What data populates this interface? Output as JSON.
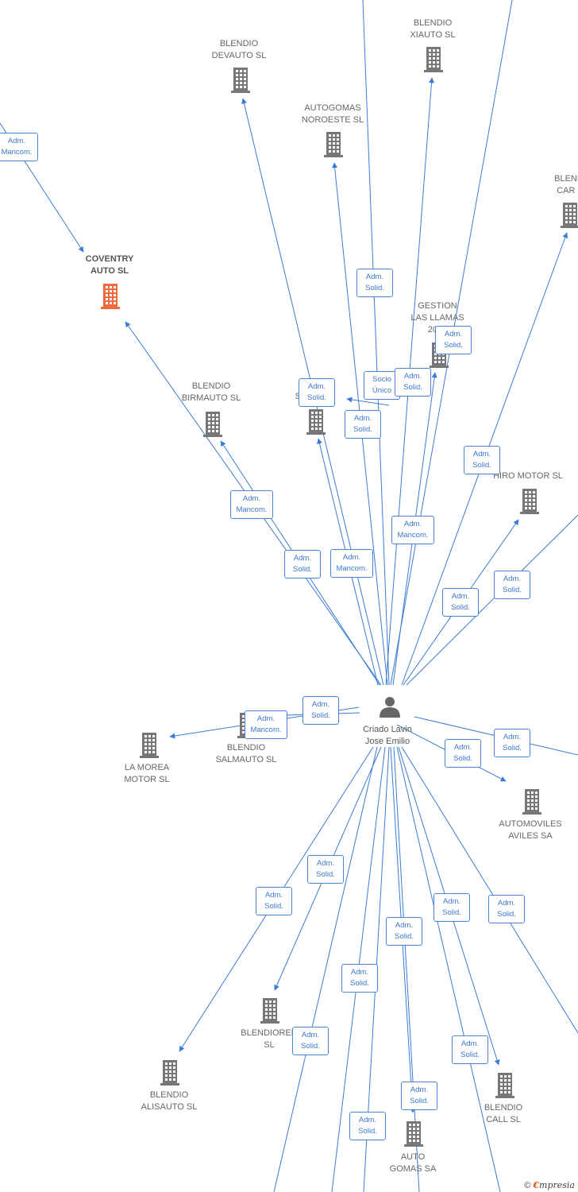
{
  "colors": {
    "edge": "#3a7bd5",
    "building": "#777777",
    "focus": "#f26a3b",
    "person": "#666666"
  },
  "nodes": [
    {
      "id": "person",
      "label": "Criado Lavin\nJose Emilio",
      "kind": "person"
    },
    {
      "id": "coventry",
      "label": "COVENTRY\nAUTO  SL",
      "kind": "focus"
    },
    {
      "id": "devauto",
      "label": "BLENDIO\nDEVAUTO  SL",
      "kind": "company"
    },
    {
      "id": "xiauto",
      "label": "BLENDIO\nXIAUTO  SL",
      "kind": "company"
    },
    {
      "id": "autogomas_noroeste",
      "label": "AUTOGOMAS\nNOROESTE  SL",
      "kind": "company"
    },
    {
      "id": "car",
      "label": "BLENDI\nCAR  S",
      "kind": "company"
    },
    {
      "id": "gestion",
      "label": "GESTION\nLAS LLAMAS\n2012",
      "kind": "company"
    },
    {
      "id": "birmauto",
      "label": "BLENDIO\nBIRMAUTO  SL",
      "kind": "company"
    },
    {
      "id": "sar",
      "label": "SAR       O  SL",
      "kind": "company"
    },
    {
      "id": "hiro",
      "label": "HIRO MOTOR  SL",
      "kind": "company"
    },
    {
      "id": "morea",
      "label": "LA MOREA\nMOTOR  SL",
      "kind": "company"
    },
    {
      "id": "salmauto",
      "label": "BLENDIO\nSALMAUTO  SL",
      "kind": "company"
    },
    {
      "id": "aviles",
      "label": "AUTOMOVILES\nAVILES SA",
      "kind": "company"
    },
    {
      "id": "blendioren",
      "label": "BLENDIOREN\nSL",
      "kind": "company"
    },
    {
      "id": "alisauto",
      "label": "BLENDIO\nALISAUTO  SL",
      "kind": "company"
    },
    {
      "id": "autogomas_sa",
      "label": "AUTO\nGOMAS SA",
      "kind": "company"
    },
    {
      "id": "call",
      "label": "BLENDIO\nCALL  SL",
      "kind": "company"
    }
  ],
  "edge_labels": [
    "Adm.\nMancom.",
    "Adm.\nSolid.",
    "Adm.\nSolid.",
    "Adm.\nSolid.",
    "Socio\nÚnico",
    "Adm.\nSolid.",
    "Adm.\nSolid.",
    "Adm.\nSolid.",
    "Adm.\nMancom.",
    "Adm.\nMancom.",
    "Adm.\nSolid.",
    "Adm.\nMancom.",
    "Adm.\nSolid.",
    "Adm.\nSolid.",
    "Adm.\nSolid.",
    "Adm.\nMancom.",
    "Adm.\nSolid.",
    "Adm.\nSolid.",
    "Adm.\nSolid.",
    "Adm.\nSolid.",
    "Adm.\nSolid.",
    "Adm.\nSolid.",
    "Adm.\nSolid.",
    "Adm.\nSolid.",
    "Adm.\nSolid.",
    "Adm.\nSolid.",
    "Adm.\nSolid.",
    "Adm.\nSolid."
  ],
  "brand": {
    "copyright": "©",
    "e": "€",
    "rest": "mpresia"
  }
}
